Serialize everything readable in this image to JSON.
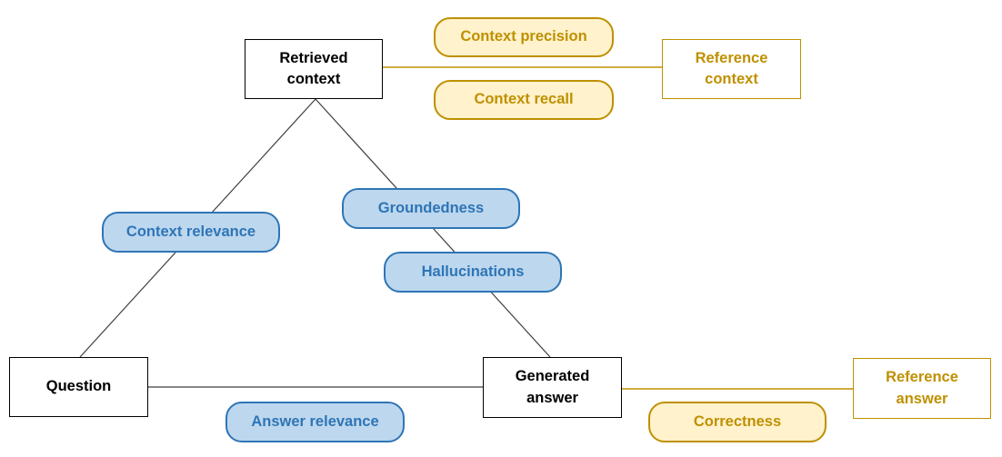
{
  "colors": {
    "background": "#FFFFFF",
    "node_border": "#000000",
    "line_dark": "#3F3F3F",
    "blue_fill": "#BDD7EE",
    "blue_border": "#2E75B6",
    "yellow_fill": "#FFF2CC",
    "yellow_border": "#BF9000"
  },
  "nodes": {
    "retrieved_context": {
      "label": "Retrieved\ncontext"
    },
    "question": {
      "label": "Question"
    },
    "generated_answer": {
      "label": "Generated\nanswer"
    },
    "reference_context": {
      "label": "Reference\ncontext"
    },
    "reference_answer": {
      "label": "Reference\nanswer"
    }
  },
  "metrics": {
    "context_precision": {
      "label": "Context precision"
    },
    "context_recall": {
      "label": "Context recall"
    },
    "context_relevance": {
      "label": "Context relevance"
    },
    "groundedness": {
      "label": "Groundedness"
    },
    "hallucinations": {
      "label": "Hallucinations"
    },
    "answer_relevance": {
      "label": "Answer relevance"
    },
    "correctness": {
      "label": "Correctness"
    }
  }
}
